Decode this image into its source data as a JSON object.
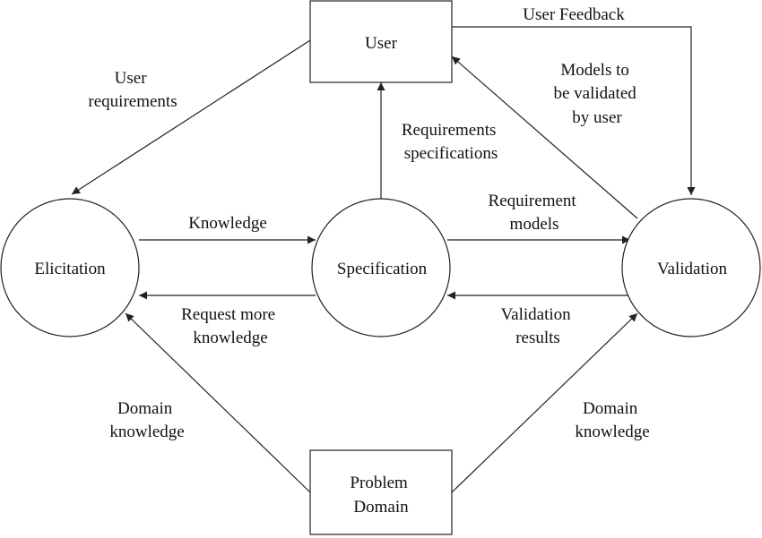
{
  "nodes": {
    "user": "User",
    "problem_domain": [
      "Problem",
      "Domain"
    ],
    "elicitation": "Elicitation",
    "specification": "Specification",
    "validation": "Validation"
  },
  "edge_labels": {
    "user_feedback": "User Feedback",
    "user_requirements": [
      "User",
      "requirements"
    ],
    "models_validated": [
      "Models to",
      "be validated",
      "by user"
    ],
    "requirements_specifications": [
      "Requirements",
      "specifications"
    ],
    "knowledge": "Knowledge",
    "request_more_knowledge": [
      "Request more",
      "knowledge"
    ],
    "requirement_models": [
      "Requirement",
      "models"
    ],
    "validation_results": [
      "Validation",
      "results"
    ],
    "domain_knowledge_left": [
      "Domain",
      "knowledge"
    ],
    "domain_knowledge_right": [
      "Domain",
      "knowledge"
    ]
  },
  "colors": {
    "stroke": "#222222",
    "text": "#111111",
    "background": "#ffffff"
  }
}
